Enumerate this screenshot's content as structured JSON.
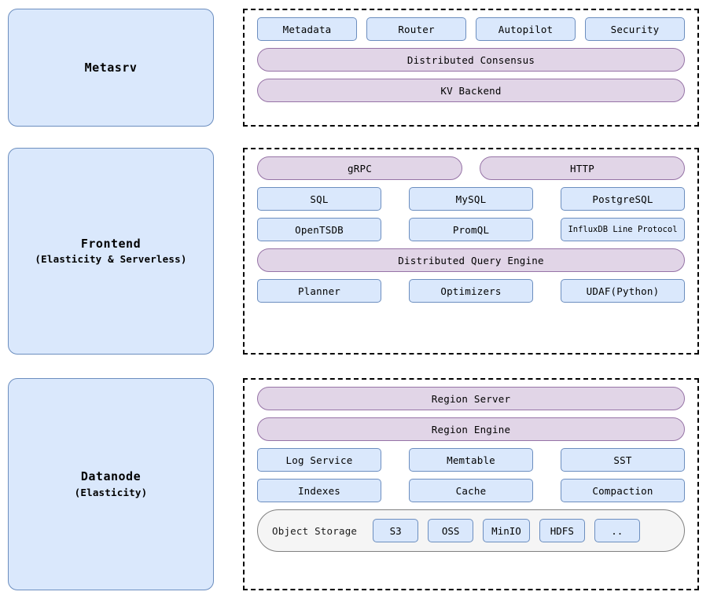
{
  "diagram": {
    "colors": {
      "box_fill": "#dae8fc",
      "box_border": "#6c8ebf",
      "pill_fill": "#e1d5e7",
      "pill_border": "#9673a6",
      "group_border": "#000000",
      "storage_fill": "#f5f5f5",
      "storage_border": "#808080",
      "background": "#ffffff"
    },
    "sections": [
      {
        "key": "metasrv",
        "title": "Metasrv",
        "subtitle": "",
        "rows": [
          {
            "type": "box",
            "columns": 4,
            "items": [
              {
                "label": "Metadata"
              },
              {
                "label": "Router"
              },
              {
                "label": "Autopilot"
              },
              {
                "label": "Security"
              }
            ]
          },
          {
            "type": "pill",
            "columns": 1,
            "items": [
              {
                "label": "Distributed Consensus"
              }
            ]
          },
          {
            "type": "pill",
            "columns": 1,
            "items": [
              {
                "label": "KV Backend"
              }
            ]
          }
        ]
      },
      {
        "key": "frontend",
        "title": "Frontend",
        "subtitle": "(Elasticity & Serverless)",
        "rows": [
          {
            "type": "pill",
            "columns": 2,
            "items": [
              {
                "label": "gRPC"
              },
              {
                "label": "HTTP"
              }
            ]
          },
          {
            "type": "box",
            "columns": 3,
            "items": [
              {
                "label": "SQL"
              },
              {
                "label": "MySQL"
              },
              {
                "label": "PostgreSQL"
              }
            ]
          },
          {
            "type": "box",
            "columns": 3,
            "items": [
              {
                "label": "OpenTSDB"
              },
              {
                "label": "PromQL"
              },
              {
                "label": "InfluxDB Line Protocol",
                "small": true
              }
            ]
          },
          {
            "type": "pill",
            "columns": 1,
            "items": [
              {
                "label": "Distributed Query Engine"
              }
            ]
          },
          {
            "type": "box",
            "columns": 3,
            "items": [
              {
                "label": "Planner"
              },
              {
                "label": "Optimizers"
              },
              {
                "label": "UDAF(Python)"
              }
            ]
          }
        ]
      },
      {
        "key": "datanode",
        "title": "Datanode",
        "subtitle": "(Elasticity)",
        "rows": [
          {
            "type": "pill",
            "columns": 1,
            "items": [
              {
                "label": "Region Server"
              }
            ]
          },
          {
            "type": "pill",
            "columns": 1,
            "items": [
              {
                "label": "Region Engine"
              }
            ]
          },
          {
            "type": "box",
            "columns": 3,
            "items": [
              {
                "label": "Log Service"
              },
              {
                "label": "Memtable"
              },
              {
                "label": "SST"
              }
            ]
          },
          {
            "type": "box",
            "columns": 3,
            "items": [
              {
                "label": "Indexes"
              },
              {
                "label": "Cache"
              },
              {
                "label": "Compaction"
              }
            ]
          },
          {
            "type": "storage",
            "label": "Object Storage",
            "chips": [
              {
                "label": "S3"
              },
              {
                "label": "OSS"
              },
              {
                "label": "MinIO"
              },
              {
                "label": "HDFS"
              },
              {
                "label": ".."
              }
            ]
          }
        ]
      }
    ]
  }
}
